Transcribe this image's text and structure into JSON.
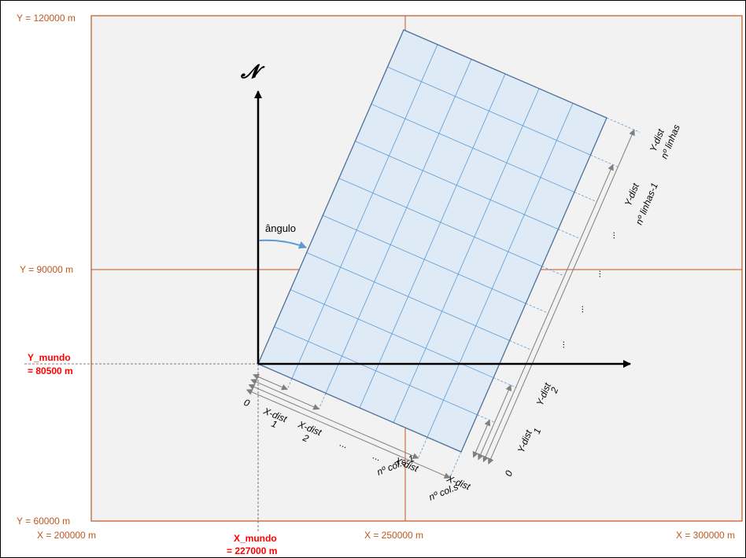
{
  "axes": {
    "y_top": "Y = 120000 m",
    "y_mid": "Y = 90000 m",
    "y_bottom": "Y = 60000 m",
    "x_left": "X = 200000 m",
    "x_mid": "X = 250000 m",
    "x_right": "X = 300000 m"
  },
  "reference": {
    "y_line1": "Y_mundo",
    "y_line2": "= 80500 m",
    "x_line1": "X_mundo",
    "x_line2": "= 227000 m"
  },
  "north_symbol": "𝓝",
  "angle_label": "ângulo",
  "x_dims": {
    "zero": "0",
    "d1_a": "X-dist",
    "d1_b": "1",
    "d2_a": "X-dist",
    "d2_b": "2",
    "dots1": "...",
    "dots2": "...",
    "dn1_a": "X-dist",
    "dn1_b": "nº col.s-1",
    "dn_a": "X-dist",
    "dn_b": "nº col.s"
  },
  "y_dims": {
    "zero": "0",
    "d1_a": "Y-dist",
    "d1_b": "1",
    "d2_a": "Y-dist",
    "d2_b": "2",
    "dots1": "...",
    "dots2": "...",
    "dots3": "...",
    "dots4": "...",
    "dn1_a": "Y-dist",
    "dn1_b": "nº linhas-1",
    "dn_a": "Y-dist",
    "dn_b": "nº linhas"
  },
  "colors": {
    "frame_border": "#c0561f",
    "frame_fill": "#f2f2f2",
    "grid_fill": "#deeaf6",
    "grid_line": "#5b9bd5",
    "grid_border": "#4f6f99",
    "reference_text": "#ff0000"
  }
}
